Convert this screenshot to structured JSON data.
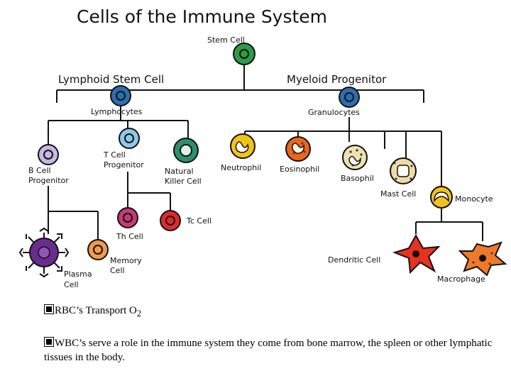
{
  "title": "Cells of the Immune System",
  "nodes": {
    "stem_cell": "Stem Cell",
    "lymphoid_stem_cell": "Lymphoid Stem Cell",
    "myeloid_progenitor": "Myeloid Progenitor",
    "lymphocytes": "Lymphocytes",
    "granulocytes": "Granulocytes",
    "b_cell_progenitor_1": "B Cell",
    "b_cell_progenitor_2": "Progenitor",
    "t_cell_progenitor_1": "T Cell",
    "t_cell_progenitor_2": "Progenitor",
    "natural_killer_1": "Natural",
    "natural_killer_2": "Killer Cell",
    "neutrophil": "Neutrophil",
    "eosinophil": "Eosinophil",
    "basophil": "Basophil",
    "mast_cell": "Mast Cell",
    "monocyte": "Monocyte",
    "th_cell": "Th Cell",
    "tc_cell": "Tc Cell",
    "plasma_cell_1": "Plasma",
    "plasma_cell_2": "Cell",
    "memory_cell_1": "Memory",
    "memory_cell_2": "Cell",
    "dendritic_cell": "Dendritic Cell",
    "macrophage": "Macrophage"
  },
  "bullets": {
    "b1_text": "RBC’s Transport O",
    "b1_sub": "2",
    "b2_text": "WBC’s serve a role in the immune system they come from bone marrow, the spleen or other lymphatic tissues in the body."
  },
  "colors": {
    "stem": "#2e9b46",
    "lymphoid": "#2c6fb0",
    "b_cell": "#c9b6e4",
    "t_cell": "#8ec9ea",
    "nk": "#2e8f6e",
    "neutrophil": "#f3c318",
    "eosinophil": "#e8661e",
    "basophil": "#f0e2b0",
    "mast": "#f0dba6",
    "monocyte": "#f3c318",
    "th": "#c43a78",
    "tc": "#e02a2a",
    "plasma": "#6a2d8f",
    "memory": "#f29a4b",
    "dendritic": "#e8321f",
    "macrophage": "#ee7a2a"
  }
}
